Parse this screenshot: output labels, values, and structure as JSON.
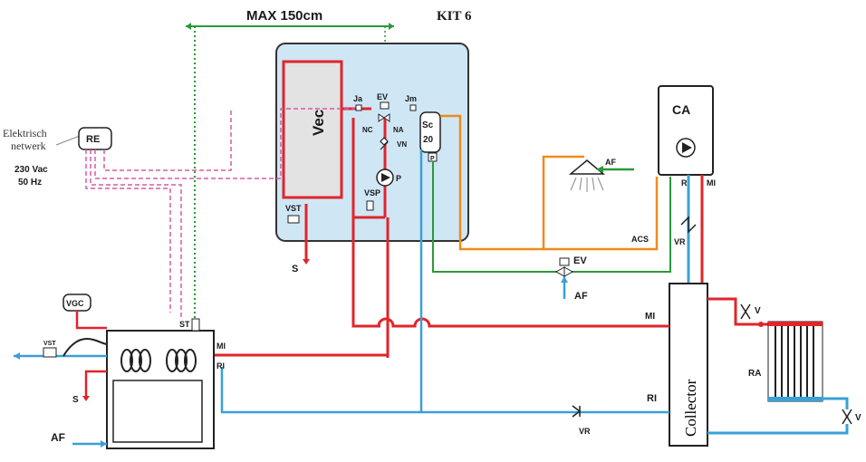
{
  "title": "KIT 6",
  "max_distance": "MAX 150cm",
  "electric": {
    "line1": "Elektrisch",
    "line2": "netwerk",
    "voltage": "230 Vac",
    "frequency": "50 Hz"
  },
  "labels": {
    "re": "RE",
    "vec": "Vec",
    "ja": "Ja",
    "ev_top": "EV",
    "jm": "Jm",
    "nc": "NC",
    "na": "NA",
    "vn": "VN",
    "sc": "Sc",
    "sc_num": "20",
    "p_box": "P",
    "p_pump": "P",
    "vsp": "VSP",
    "vst_box": "VST",
    "s_box": "S",
    "ca": "CA",
    "ri_ca": "RI",
    "mi_ca": "MI",
    "af_shower": "AF",
    "acs": "ACS",
    "vr_mid": "VR",
    "ev_mid": "EV",
    "af_mid": "AF",
    "mi_mid": "MI",
    "vgc": "VGC",
    "st": "ST",
    "mi_boiler": "MI",
    "ri_boiler": "RI",
    "vst_boiler": "VST",
    "s_boiler": "S",
    "af_boiler": "AF",
    "ri_bottom": "RI",
    "vr_bottom": "VR",
    "collector": "Collector",
    "v_top": "V",
    "ra": "RA",
    "v_bottom": "V"
  },
  "colors": {
    "hot": "#e0252b",
    "cold": "#3aa0d6",
    "dhw": "#f08a1c",
    "green": "#2a9a3a",
    "electric": "#d65ba8",
    "panel_fill": "#cfe6f5"
  }
}
